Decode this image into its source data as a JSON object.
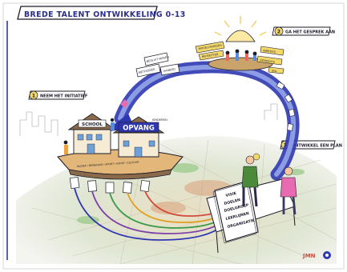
{
  "title": "BREDE TALENT ONTWIKKELING 0-13",
  "steps": [
    {
      "number": "1",
      "label": "NEEM HET INITIATIEF"
    },
    {
      "number": "2",
      "label": "GA HET GESPREK AAN"
    },
    {
      "number": "3",
      "label": "ONTWIKKEL EEN PLAN"
    }
  ],
  "buildings": {
    "school": "SCHOOL",
    "opvang": "OPVANG",
    "kinderen": "KINDEREN"
  },
  "top_banners": [
    "MOGELIJKHEDEN",
    "BEHOEFTEN",
    "AMBITIES",
    "GEMEENTE",
    "ROL"
  ],
  "conversation_cards": [
    "BESLUIT MAKEN",
    "METHODIEK",
    "AANBOD"
  ],
  "platform_text": "MUZIEK • BEWEGING • SPORT • KUNST • CULTUUR",
  "plan_document": [
    "VISIE",
    "DOELEN",
    "DOELGROEP",
    "LEERLIJNEN",
    "ORGANISATIE"
  ],
  "logo_text": "JMN",
  "colors": {
    "ink": "#1b1b2a",
    "arrow_blue": "#3a3fb8",
    "banner_yellow": "#f4d86a",
    "grass": "#b9d9a0",
    "roof": "#8a6a4a"
  }
}
